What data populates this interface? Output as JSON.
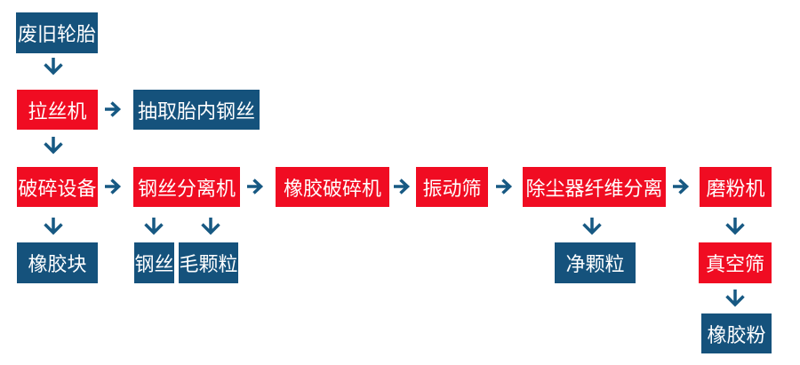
{
  "diagram_data": {
    "type": "flowchart",
    "background": "#ffffff",
    "colors": {
      "process_box": "#f00c22",
      "product_box": "#15527c",
      "arrow": "#175983",
      "box_text": "#ffffff"
    },
    "nodes": [
      {
        "id": "waste-tire",
        "label": "废旧轮胎",
        "style": "blue"
      },
      {
        "id": "wire-drawing-machine",
        "label": "拉丝机",
        "style": "red"
      },
      {
        "id": "extract-tire-steel-wire",
        "label": "抽取胎内钢丝",
        "style": "blue"
      },
      {
        "id": "crushing-equipment",
        "label": "破碎设备",
        "style": "red"
      },
      {
        "id": "steel-wire-separator",
        "label": "钢丝分离机",
        "style": "red"
      },
      {
        "id": "rubber-crusher",
        "label": "橡胶破碎机",
        "style": "red"
      },
      {
        "id": "vibrating-screen",
        "label": "振动筛",
        "style": "red"
      },
      {
        "id": "dust-collector-fiber-separation",
        "label": "除尘器纤维分离",
        "style": "red"
      },
      {
        "id": "grinding-machine",
        "label": "磨粉机",
        "style": "red"
      },
      {
        "id": "rubber-block",
        "label": "橡胶块",
        "style": "blue"
      },
      {
        "id": "steel-wire",
        "label": "钢丝",
        "style": "blue"
      },
      {
        "id": "fuzzy-granules",
        "label": "毛颗粒",
        "style": "blue"
      },
      {
        "id": "clean-granules",
        "label": "净颗粒",
        "style": "blue"
      },
      {
        "id": "vacuum-screen",
        "label": "真空筛",
        "style": "red"
      },
      {
        "id": "rubber-powder",
        "label": "橡胶粉",
        "style": "blue"
      }
    ],
    "edges": [
      {
        "from": "waste-tire",
        "to": "wire-drawing-machine",
        "direction": "down"
      },
      {
        "from": "wire-drawing-machine",
        "to": "extract-tire-steel-wire",
        "direction": "right"
      },
      {
        "from": "wire-drawing-machine",
        "to": "crushing-equipment",
        "direction": "down"
      },
      {
        "from": "crushing-equipment",
        "to": "steel-wire-separator",
        "direction": "right"
      },
      {
        "from": "steel-wire-separator",
        "to": "rubber-crusher",
        "direction": "right"
      },
      {
        "from": "rubber-crusher",
        "to": "vibrating-screen",
        "direction": "right"
      },
      {
        "from": "vibrating-screen",
        "to": "dust-collector-fiber-separation",
        "direction": "right"
      },
      {
        "from": "dust-collector-fiber-separation",
        "to": "grinding-machine",
        "direction": "right"
      },
      {
        "from": "crushing-equipment",
        "to": "rubber-block",
        "direction": "down"
      },
      {
        "from": "steel-wire-separator",
        "to": "steel-wire",
        "direction": "down"
      },
      {
        "from": "steel-wire-separator",
        "to": "fuzzy-granules",
        "direction": "down"
      },
      {
        "from": "dust-collector-fiber-separation",
        "to": "clean-granules",
        "direction": "down"
      },
      {
        "from": "grinding-machine",
        "to": "vacuum-screen",
        "direction": "down"
      },
      {
        "from": "vacuum-screen",
        "to": "rubber-powder",
        "direction": "down"
      }
    ]
  }
}
